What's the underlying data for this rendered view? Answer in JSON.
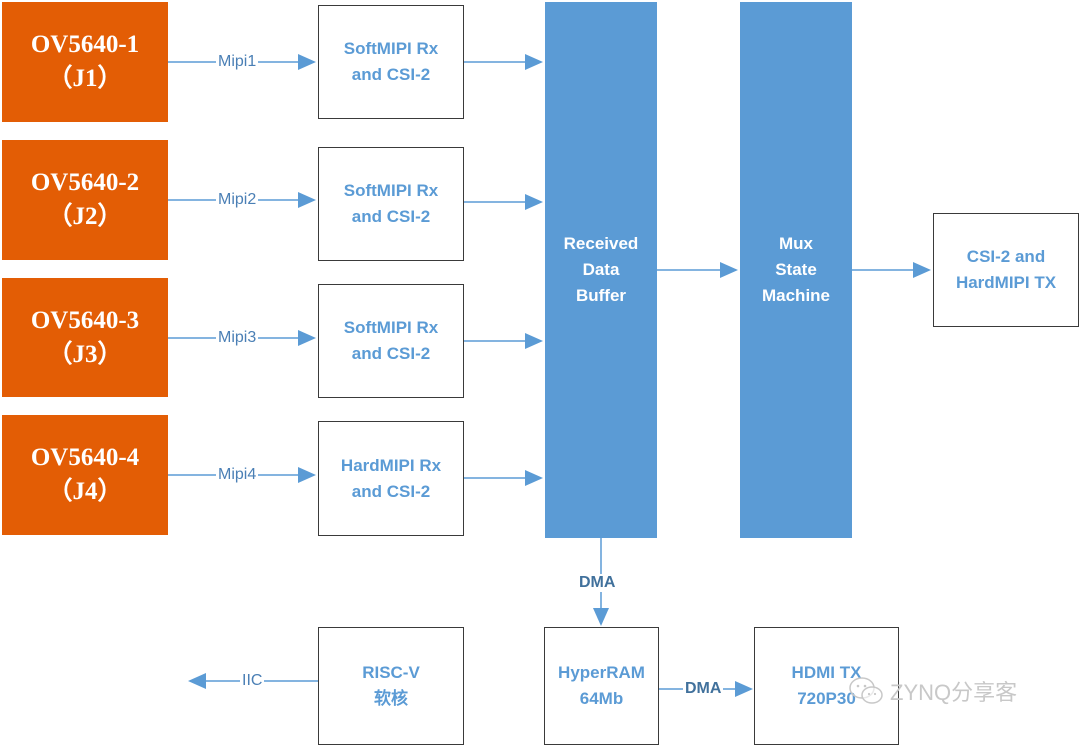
{
  "diagram": {
    "cameras": [
      {
        "name": "OV5640-1",
        "port": "（J1）",
        "link": "Mipi1"
      },
      {
        "name": "OV5640-2",
        "port": "（J2）",
        "link": "Mipi2"
      },
      {
        "name": "OV5640-3",
        "port": "（J3）",
        "link": "Mipi3"
      },
      {
        "name": "OV5640-4",
        "port": "（J4）",
        "link": "Mipi4"
      }
    ],
    "receivers": [
      {
        "line1": "SoftMIPI Rx",
        "line2": "and CSI-2"
      },
      {
        "line1": "SoftMIPI Rx",
        "line2": "and CSI-2"
      },
      {
        "line1": "SoftMIPI Rx",
        "line2": "and CSI-2"
      },
      {
        "line1": "HardMIPI Rx",
        "line2": "and CSI-2"
      }
    ],
    "buffer": {
      "line1": "Received",
      "line2": "Data",
      "line3": "Buffer"
    },
    "mux": {
      "line1": "Mux",
      "line2": "State",
      "line3": "Machine"
    },
    "tx": {
      "line1": "CSI-2 and",
      "line2": "HardMIPI TX"
    },
    "riscv": {
      "line1": "RISC-V",
      "line2": "软核",
      "link": "IIC"
    },
    "hyperram": {
      "line1": "HyperRAM",
      "line2": "64Mb",
      "link_in": "DMA"
    },
    "hdmi": {
      "line1": "HDMI TX",
      "line2": "720P30",
      "link_in": "DMA"
    },
    "colors": {
      "camera": "#e35d05",
      "block": "#5b9bd5",
      "text_blue": "#5b9bd5",
      "arrow": "#5b9bd5"
    },
    "watermark": {
      "text": "ZYNQ分享客",
      "icon": "wechat-icon"
    }
  }
}
